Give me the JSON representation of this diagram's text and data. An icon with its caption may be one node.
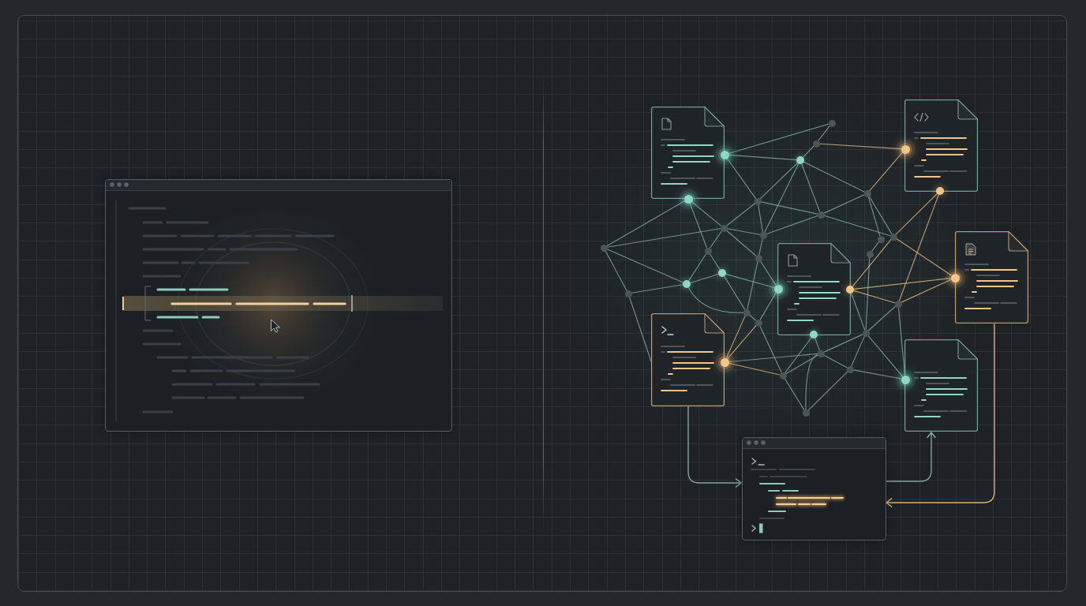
{
  "diagram": {
    "nodes": [
      {
        "text": [],
        "shape": "window"
      },
      {
        "text": [],
        "shape": "document"
      },
      {
        "text": [],
        "shape": "document"
      },
      {
        "text": [],
        "shape": "document"
      },
      {
        "text": [],
        "shape": "document"
      },
      {
        "text": [],
        "shape": "document"
      },
      {
        "text": [],
        "shape": "document"
      },
      {
        "text": [],
        "shape": "window"
      },
      {
        "text": [],
        "shape": "circle"
      },
      {
        "text": [],
        "shape": "circle"
      },
      {
        "text": [],
        "shape": "circle"
      },
      {
        "text": [],
        "shape": "circle"
      },
      {
        "text": [],
        "shape": "circle"
      },
      {
        "text": [],
        "shape": "circle"
      },
      {
        "text": [],
        "shape": "circle"
      },
      {
        "text": [],
        "shape": "circle"
      },
      {
        "text": [],
        "shape": "circle"
      },
      {
        "text": [],
        "shape": "circle"
      },
      {
        "text": [],
        "shape": "circle"
      },
      {
        "text": [],
        "shape": "circle"
      },
      {
        "text": [],
        "shape": "circle"
      },
      {
        "text": [],
        "shape": "circle"
      },
      {
        "text": [],
        "shape": "circle"
      },
      {
        "text": [],
        "shape": "circle"
      },
      {
        "text": [],
        "shape": "circle"
      },
      {
        "text": [],
        "shape": "circle"
      },
      {
        "text": [],
        "shape": "circle"
      },
      {
        "text": [],
        "shape": "circle"
      },
      {
        "text": [],
        "shape": "circle"
      },
      {
        "text": [],
        "shape": "circle"
      },
      {
        "text": [],
        "shape": "circle"
      },
      {
        "text": [],
        "shape": "circle"
      },
      {
        "text": [],
        "shape": "circle"
      },
      {
        "text": [],
        "shape": "circle"
      },
      {
        "text": [],
        "shape": "circle"
      },
      {
        "text": [],
        "shape": "circle"
      },
      {
        "text": [],
        "shape": "circle"
      },
      {
        "text": [],
        "shape": "circle"
      },
      {
        "text": [],
        "shape": "circle"
      },
      {
        "text": [],
        "shape": "circle"
      },
      {
        "text": [],
        "shape": "circle"
      },
      {
        "text": [],
        "shape": "circle"
      },
      {
        "text": [],
        "shape": "circle"
      }
    ],
    "edges": [
      {
        "from": 5,
        "to": 7,
        "arrow": "to"
      },
      {
        "from": 7,
        "to": 6,
        "arrow": "to"
      },
      {
        "from": 3,
        "to": 7,
        "arrow": "to",
        "color": "#e0b87c"
      },
      {
        "from": 23,
        "to": 5,
        "arrow": "none"
      },
      {
        "from": 11,
        "to": 10,
        "arrow": "none"
      },
      {
        "from": 11,
        "to": 8,
        "arrow": "none"
      },
      {
        "from": 11,
        "to": 13,
        "arrow": "none"
      },
      {
        "from": 8,
        "to": 9,
        "arrow": "none"
      },
      {
        "from": 9,
        "to": 10,
        "arrow": "none"
      },
      {
        "from": 9,
        "to": 26,
        "arrow": "none",
        "color": "#e0b87c"
      },
      {
        "from": 10,
        "to": 13,
        "arrow": "none"
      },
      {
        "from": 10,
        "to": 16,
        "arrow": "none"
      },
      {
        "from": 10,
        "to": 14,
        "arrow": "none"
      },
      {
        "from": 10,
        "to": 28,
        "arrow": "none"
      },
      {
        "from": 13,
        "to": 15,
        "arrow": "none"
      },
      {
        "from": 13,
        "to": 16,
        "arrow": "none"
      },
      {
        "from": 13,
        "to": 14,
        "arrow": "none"
      },
      {
        "from": 16,
        "to": 14,
        "arrow": "none"
      },
      {
        "from": 14,
        "to": 28,
        "arrow": "none"
      },
      {
        "from": 12,
        "to": 15,
        "arrow": "none"
      },
      {
        "from": 12,
        "to": 18,
        "arrow": "none"
      },
      {
        "from": 12,
        "to": 17,
        "arrow": "none"
      },
      {
        "from": 17,
        "to": 15,
        "arrow": "none"
      },
      {
        "from": 17,
        "to": 21,
        "arrow": "none"
      },
      {
        "from": 17,
        "to": 23,
        "arrow": "none"
      },
      {
        "from": 23,
        "to": 21,
        "arrow": "none"
      },
      {
        "from": 15,
        "to": 18,
        "arrow": "none"
      },
      {
        "from": 15,
        "to": 16,
        "arrow": "none"
      },
      {
        "from": 15,
        "to": 19,
        "arrow": "none"
      },
      {
        "from": 18,
        "to": 21,
        "arrow": "none"
      },
      {
        "from": 18,
        "to": 20,
        "arrow": "none"
      },
      {
        "from": 16,
        "to": 19,
        "arrow": "none"
      },
      {
        "from": 19,
        "to": 22,
        "arrow": "none"
      },
      {
        "from": 19,
        "to": 24,
        "arrow": "none"
      },
      {
        "from": 20,
        "to": 21,
        "arrow": "none"
      },
      {
        "from": 20,
        "to": 22,
        "arrow": "none"
      },
      {
        "from": 20,
        "to": 24,
        "arrow": "none"
      },
      {
        "from": 21,
        "to": 24,
        "arrow": "none"
      },
      {
        "from": 22,
        "to": 25,
        "arrow": "none"
      },
      {
        "from": 24,
        "to": 25,
        "arrow": "none"
      },
      {
        "from": 35,
        "to": 24,
        "arrow": "none",
        "color": "#e0b87c"
      },
      {
        "from": 35,
        "to": 25,
        "arrow": "none",
        "color": "#e0b87c"
      },
      {
        "from": 35,
        "to": 38,
        "arrow": "none",
        "color": "#e0b87c"
      },
      {
        "from": 35,
        "to": 37,
        "arrow": "none"
      },
      {
        "from": 25,
        "to": 38,
        "arrow": "none"
      },
      {
        "from": 38,
        "to": 37,
        "arrow": "none"
      },
      {
        "from": 38,
        "to": 36,
        "arrow": "none"
      },
      {
        "from": 38,
        "to": 41,
        "arrow": "none"
      },
      {
        "from": 36,
        "to": 37,
        "arrow": "none"
      },
      {
        "from": 37,
        "to": 39,
        "arrow": "none"
      },
      {
        "from": 37,
        "to": 40,
        "arrow": "none"
      },
      {
        "from": 37,
        "to": 41,
        "arrow": "none"
      },
      {
        "from": 39,
        "to": 41,
        "arrow": "none"
      },
      {
        "from": 39,
        "to": 40,
        "arrow": "none"
      },
      {
        "from": 39,
        "to": 42,
        "arrow": "none"
      },
      {
        "from": 40,
        "to": 42,
        "arrow": "none"
      },
      {
        "from": 34,
        "to": 42,
        "arrow": "none"
      },
      {
        "from": 40,
        "to": 34,
        "arrow": "none"
      },
      {
        "from": 26,
        "to": 28,
        "arrow": "none",
        "color": "#e0b87c"
      },
      {
        "from": 27,
        "to": 29,
        "arrow": "none",
        "color": "#e0b87c"
      },
      {
        "from": 27,
        "to": 34,
        "arrow": "none",
        "color": "#e0b87c"
      },
      {
        "from": 28,
        "to": 29,
        "arrow": "none"
      },
      {
        "from": 28,
        "to": 30,
        "arrow": "none"
      },
      {
        "from": 14,
        "to": 29,
        "arrow": "none"
      },
      {
        "from": 30,
        "to": 31,
        "arrow": "none"
      },
      {
        "from": 31,
        "to": 40,
        "arrow": "none"
      },
      {
        "from": 29,
        "to": 32,
        "arrow": "none",
        "color": "#e0b87c"
      },
      {
        "from": 29,
        "to": 33,
        "arrow": "none",
        "color": "#e0b87c"
      },
      {
        "from": 33,
        "to": 32,
        "arrow": "none",
        "color": "#e0b87c"
      },
      {
        "from": 33,
        "to": 34,
        "arrow": "none",
        "color": "#e0b87c"
      },
      {
        "from": 34,
        "to": 32,
        "arrow": "none",
        "color": "#e0b87c"
      },
      {
        "from": 33,
        "to": 40,
        "arrow": "none"
      }
    ]
  }
}
